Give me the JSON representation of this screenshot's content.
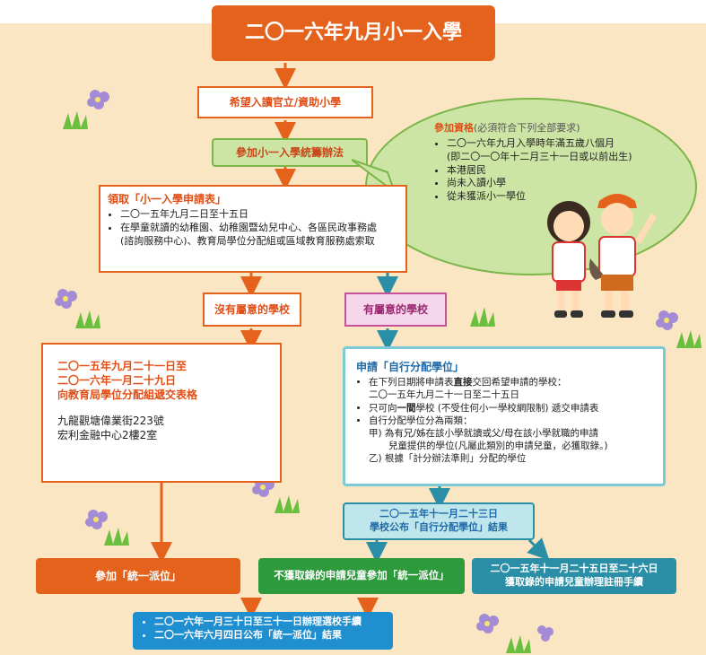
{
  "title": "二〇一六年九月小一入學",
  "step_hope": "希望入讀官立/資助小學",
  "step_join": "參加小一入學統籌辦法",
  "eligibility": {
    "heading": "參加資格",
    "heading_note": "(必須符合下列全部要求)",
    "items": [
      "二〇一六年九月入學時年滿五歲八個月",
      "(即二〇一〇年十二月三十一日或以前出生)",
      "本港居民",
      "尚未入讀小學",
      "從未獲派小一學位"
    ]
  },
  "form": {
    "heading": "領取「小一入學申請表」",
    "items": [
      "二〇一五年九月二日至十五日",
      "在學童就讀的幼稚園、幼稚園暨幼兒中心、各區民政事務處",
      "(諮詢服務中心)、教育局學位分配組或區域教育服務處索取"
    ]
  },
  "no_pref": "沒有屬意的學校",
  "has_pref": "有屬意的學校",
  "submit": {
    "lines": [
      "二〇一五年九月二十一日至",
      "二〇一六年一月二十九日",
      "向教育局學位分配組遞交表格"
    ],
    "address": [
      "九龍觀塘偉業街223號",
      "宏利金融中心2樓2室"
    ]
  },
  "discretionary": {
    "heading": "申請「自行分配學位」",
    "p1a": "在下列日期將申請表",
    "p1b": "直接",
    "p1c": "交回希望申請的學校：",
    "p1d": "二〇一五年九月二十一日至二十五日",
    "p2a": "只可向",
    "p2b": "一間",
    "p2c": "學校 (不受住何小一學校網限制) 遞交申請表",
    "p3": "自行分配學位分為兩類：",
    "p3a": "甲) 為有兄/姊在該小學就讀或父/母在該小學就職的申請",
    "p3b": "兒童提供的學位(凡屬此類別的申請兒童，必獲取錄。)",
    "p3c": "乙) 根據「計分辦法準則」分配的學位"
  },
  "announce": [
    "二〇一五年十一月二十三日",
    "學校公布「自行分配學位」結果"
  ],
  "central": "參加「統一派位」",
  "not_admitted": "不獲取錄的申請兒童參加「統一派位」",
  "register": [
    "二〇一五年十一月二十五日至二十六日",
    "獲取錄的申請兒童辦理註冊手續"
  ],
  "final": [
    "二〇一六年一月三十日至三十一日辦理選校手續",
    "二〇一六年六月四日公布「統一派位」結果"
  ],
  "colors": {
    "orange": "#e5621c",
    "green": "#2d9a3c",
    "teal": "#2a8fa6",
    "blue": "#1f8fd0",
    "cream": "#fbe6c4"
  }
}
